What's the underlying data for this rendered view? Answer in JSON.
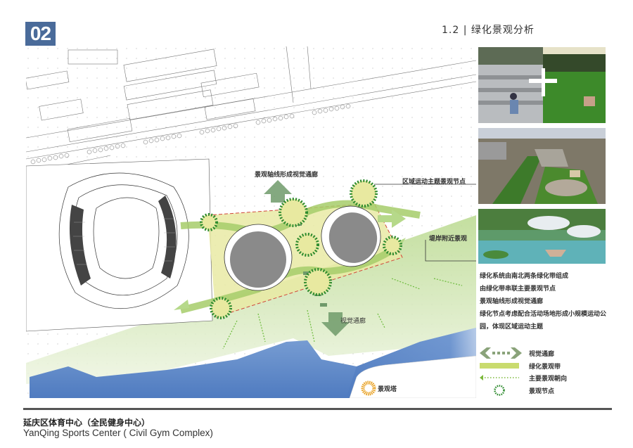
{
  "header": {
    "page_number": "02",
    "section_title": "1.2 | 绿化景观分析",
    "badge_color": "#4a6b9a"
  },
  "map": {
    "annotations": {
      "axis_label": "景观轴线形成视觉通廊",
      "regional_node": "区域运动主题景观节点",
      "embankment": "堤岸附近景观",
      "visual_corridor": "视觉通廊",
      "tower": "景观塔"
    },
    "colors": {
      "green_band": "#c9db6e",
      "corridor_arrow": "#6f9a6a",
      "node_ring": "#2e8b2e",
      "water": "#5b86c4",
      "site_boundary": "#d0453a",
      "tower_sun": "#e8a020"
    }
  },
  "photos": [
    {
      "alt": "skateboard plaza and lawn collage"
    },
    {
      "alt": "aerial view of linear park"
    },
    {
      "alt": "rendering of gym complex by lake"
    }
  ],
  "description": [
    "绿化系统由南北两条绿化带组成",
    "由绿化带串联主要景观节点",
    "景观轴线形成视觉通廊",
    "绿化节点考虑配合活动场地形成小规模运动公",
    "园，体现区域运动主题"
  ],
  "legend": [
    {
      "icon": "visual-corridor-arrow",
      "label": "视觉通廊"
    },
    {
      "icon": "green-band-bar",
      "label": "绿化景观带"
    },
    {
      "icon": "view-direction-arrow",
      "label": "主要景观朝向"
    },
    {
      "icon": "landscape-node-ring",
      "label": "景观节点"
    }
  ],
  "footer": {
    "title_cn": "延庆区体育中心（全民健身中心）",
    "title_en": "YanQing Sports Center ( Civil Gym Complex)"
  }
}
